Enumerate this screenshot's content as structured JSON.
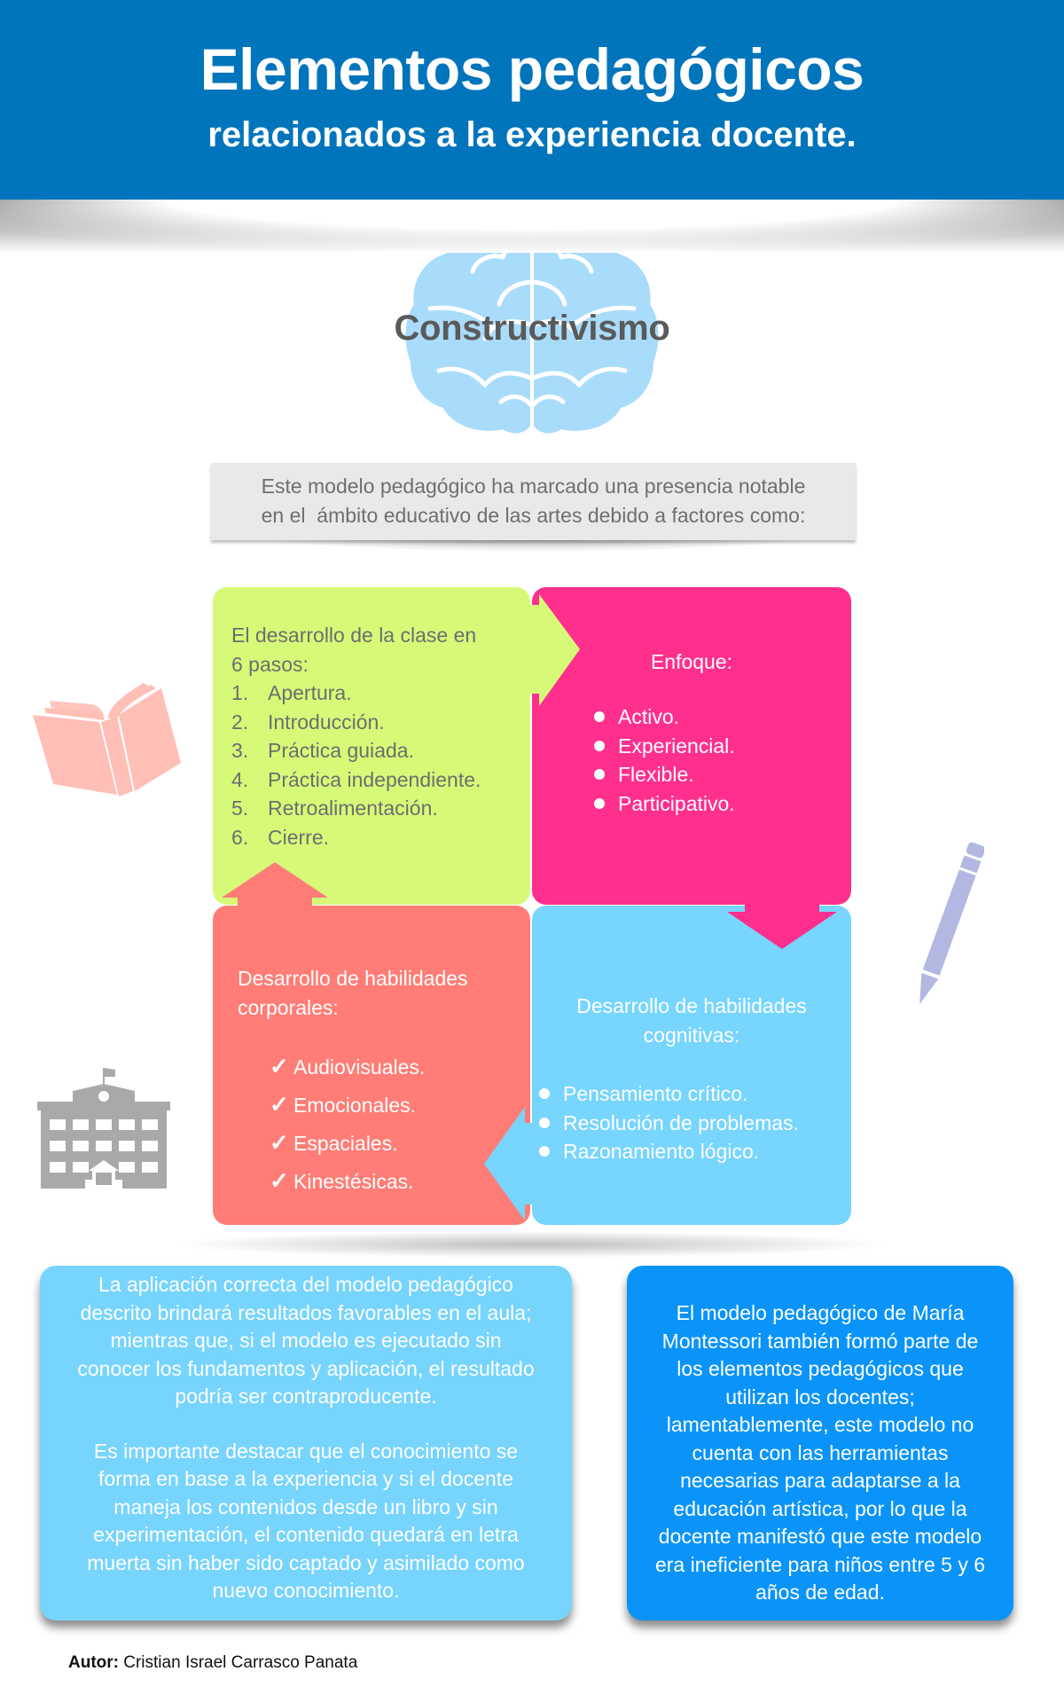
{
  "header": {
    "title": "Elementos pedagógicos",
    "subtitle": "relacionados a la experiencia docente.",
    "background_color": "#0075bb"
  },
  "hero": {
    "icon": "brain-icon",
    "title": "Constructivismo",
    "icon_color": "#a9dcfb"
  },
  "intro": {
    "line1": "Este modelo pedagógico ha marcado una presencia notable",
    "line2": "en el  ámbito educativo de las artes debido a factores como:"
  },
  "quadrants": {
    "steps": {
      "color": "#d6fa78",
      "heading_line1": "El desarrollo de la clase en",
      "heading_line2": "6 pasos:",
      "items": [
        {
          "num": "1.",
          "label": "Apertura."
        },
        {
          "num": "2.",
          "label": "Introducción."
        },
        {
          "num": "3.",
          "label": "Práctica guiada."
        },
        {
          "num": "4.",
          "label": "Práctica independiente."
        },
        {
          "num": "5.",
          "label": "Retroalimentación."
        },
        {
          "num": "6.",
          "label": "Cierre."
        }
      ]
    },
    "focus": {
      "color": "#ff2f8e",
      "heading": "Enfoque:",
      "items": [
        "Activo.",
        "Experiencial.",
        "Flexible.",
        "Participativo."
      ]
    },
    "body_skills": {
      "color": "#ff7d76",
      "heading_line1": "Desarrollo de habilidades",
      "heading_line2": "corporales:",
      "check_glyph": "✓",
      "items": [
        "Audiovisuales.",
        "Emocionales.",
        "Espaciales.",
        "Kinestésicas."
      ]
    },
    "cognitive_skills": {
      "color": "#77d5fe",
      "heading_line1": "Desarrollo de habilidades",
      "heading_line2": "cognitivas:",
      "items": [
        "Pensamiento crítico.",
        "Resolución de problemas.",
        "Razonamiento lógico."
      ]
    }
  },
  "cards": {
    "left": {
      "color": "#77d4fd",
      "paragraph1": [
        "La aplicación correcta del modelo pedagógico",
        "descrito brindará resultados favorables en el aula;",
        "mientras que, si el modelo es ejecutado sin",
        "conocer los fundamentos y aplicación, el resultado",
        "podría ser contraproducente."
      ],
      "paragraph2": [
        "Es importante destacar que el conocimiento se",
        "forma en base a la experiencia y si el docente",
        "maneja los contenidos desde un libro y sin",
        "experimentación, el contenido quedará en letra",
        "muerta sin haber sido captado y asimilado como",
        "nuevo conocimiento."
      ]
    },
    "right": {
      "color": "#0a94f9",
      "lines": [
        "El modelo pedagógico de María",
        "Montessori también formó parte de",
        "los elementos pedagógicos que",
        "utilizan los docentes;",
        "lamentablemente, este modelo no",
        "cuenta con las herramientas",
        "necesarias para adaptarse a la",
        "educación artística, por lo que la",
        "docente manifestó que este modelo",
        "era ineficiente para niños entre 5 y 6",
        "años de edad."
      ]
    }
  },
  "decorations": {
    "book": {
      "icon": "book-icon",
      "color": "#ffbfb6"
    },
    "school": {
      "icon": "school-building-icon",
      "color": "#a9a9a9"
    },
    "pencil": {
      "icon": "pencil-icon",
      "color": "#b3b8e3"
    }
  },
  "footer": {
    "author_label": "Autor:",
    "author_name": " Cristian Israel Carrasco Panata"
  }
}
